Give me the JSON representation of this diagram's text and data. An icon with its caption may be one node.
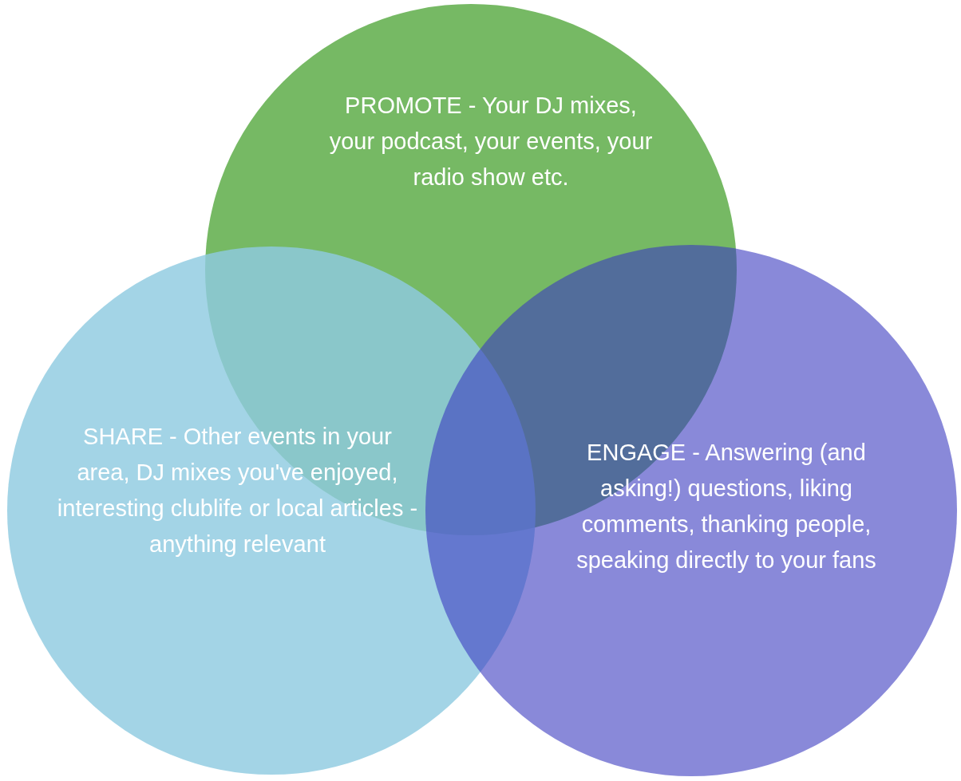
{
  "diagram": {
    "nodes": [
      {
        "text": [
          "PROMOTE - Your DJ mixes, your podcast, your events, your radio show etc."
        ]
      },
      {
        "text": [
          "SHARE - Other events in your area, DJ mixes you've enjoyed, interesting clublife or local articles - anything relevant"
        ]
      },
      {
        "text": [
          "ENGAGE - Answering (and asking!) questions, liking comments, thanking people, speaking directly to your fans"
        ]
      }
    ]
  }
}
